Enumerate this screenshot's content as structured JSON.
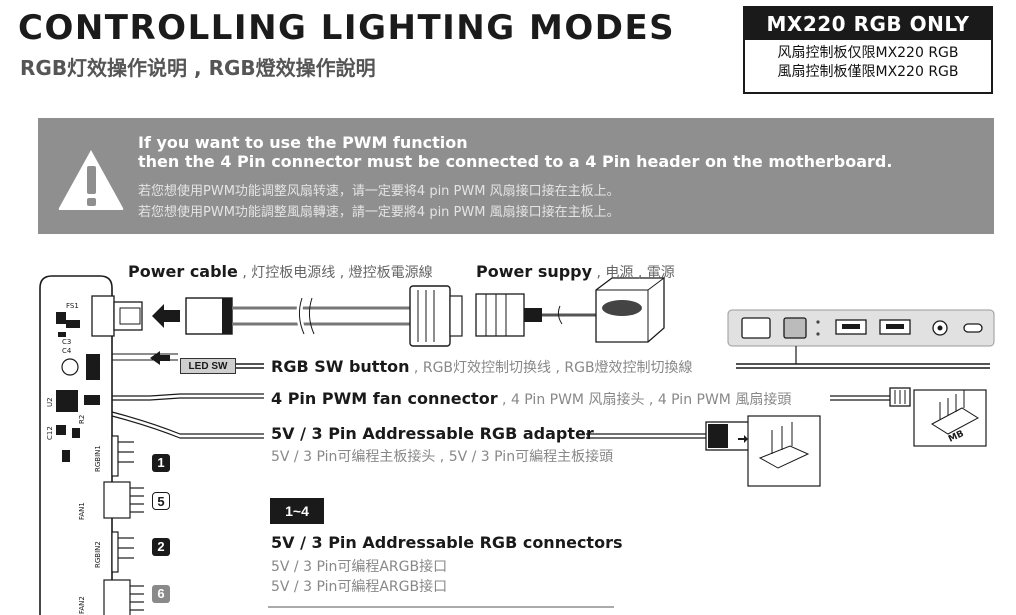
{
  "header": {
    "title": "CONTROLLING LIGHTING MODES",
    "subtitle": "RGB灯效操作说明 , RGB燈效操作說明"
  },
  "badge": {
    "title": "MX220 RGB ONLY",
    "line_sc": "风扇控制板仅限MX220 RGB",
    "line_tc": "風扇控制板僅限MX220 RGB"
  },
  "warning": {
    "icon": "exclamation-triangle-icon",
    "line1": "If you want to use the PWM function",
    "line2": "then the 4 Pin connector must be connected to a 4 Pin header on the motherboard.",
    "line3": "若您想使用PWM功能调整风扇转速，请一定要将4 pin PWM 风扇接口接在主板上。",
    "line4": "若您想使用PWM功能調整風扇轉速，請一定要將4 pin PWM 風扇接口接在主板上。"
  },
  "labels": {
    "power_cable_bold": "Power cable",
    "power_cable_sub": " , 灯控板电源线 , 燈控板電源線",
    "power_supply_bold": "Power suppy",
    "power_supply_sub": " , 电源 , 電源",
    "rgb_sw_bold": "RGB SW button",
    "rgb_sw_sub": " , RGB灯效控制切换线 , RGB燈效控制切換線",
    "pwm_bold": "4 Pin PWM fan connector",
    "pwm_sub": " , 4 Pin PWM 风扇接头 , 4 Pin PWM 風扇接頭",
    "argb_adapter_bold": "5V / 3 Pin Addressable RGB adapter",
    "argb_adapter_sub": "5V / 3 Pin可编程主板接头 , 5V / 3 Pin可編程主板接頭",
    "range": "1~4",
    "argb_connectors_bold": "5V / 3 Pin Addressable RGB connectors",
    "argb_connectors_sc": "5V / 3 Pin可编程ARGB接口",
    "argb_connectors_tc": "5V / 3 Pin可編程ARGB接口",
    "led_sw": "LED SW",
    "mb": "MB"
  },
  "board": {
    "numbers": [
      {
        "text": "1",
        "style": "solid"
      },
      {
        "text": "5",
        "style": "outline"
      },
      {
        "text": "2",
        "style": "solid"
      },
      {
        "text": "6",
        "style": "grey"
      }
    ],
    "silk": {
      "fs1": "FS1",
      "c3": "C3",
      "c4": "C4",
      "u2": "U2",
      "c12": "C12",
      "r2": "R2",
      "fan1": "FAN1",
      "fan2": "FAN2",
      "rgb1": "RGBIN1",
      "rgb2": "RGBIN2"
    }
  }
}
